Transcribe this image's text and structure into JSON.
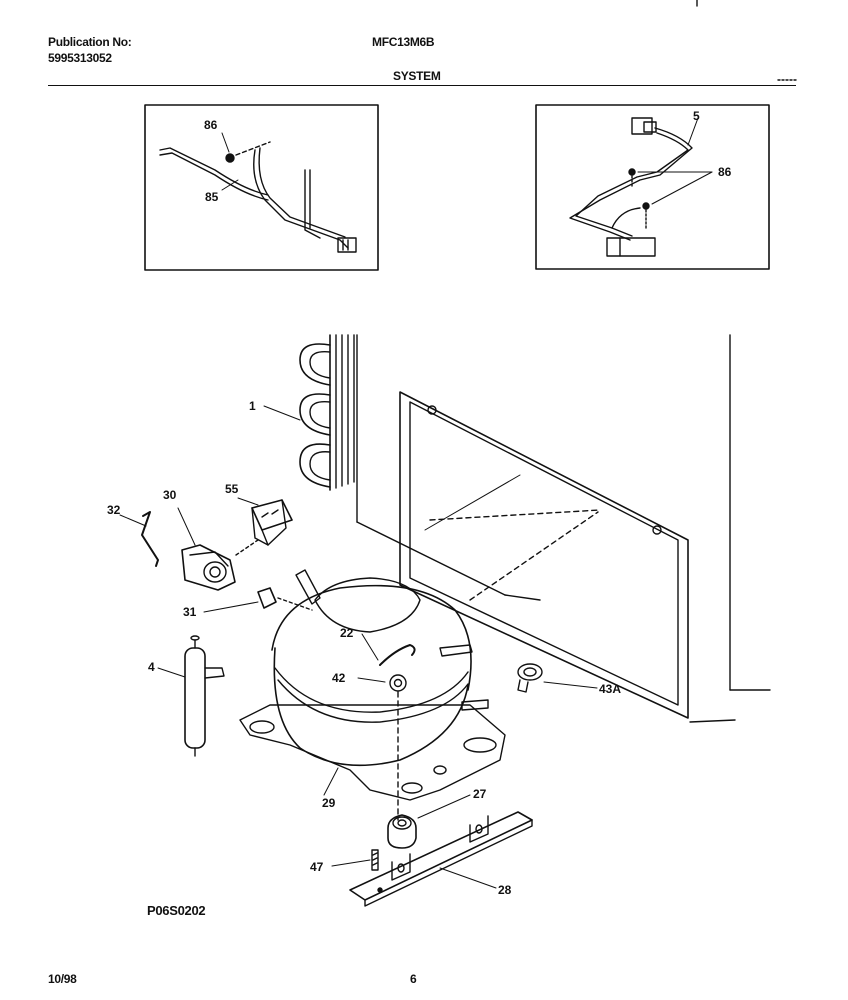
{
  "header": {
    "publication_label": "Publication No:",
    "publication_number": "5995313052",
    "model": "MFC13M6B",
    "section": "SYSTEM"
  },
  "footer": {
    "date": "10/98",
    "page": "6",
    "diagram_code": "P06S0202"
  },
  "callouts": {
    "c1": "1",
    "c4": "4",
    "c5": "5",
    "c22": "22",
    "c27": "27",
    "c28": "28",
    "c29": "29",
    "c30": "30",
    "c31": "31",
    "c32": "32",
    "c42": "42",
    "c43a": "43A",
    "c47": "47",
    "c55": "55",
    "c85": "85",
    "c86_left": "86",
    "c86_right": "86"
  }
}
